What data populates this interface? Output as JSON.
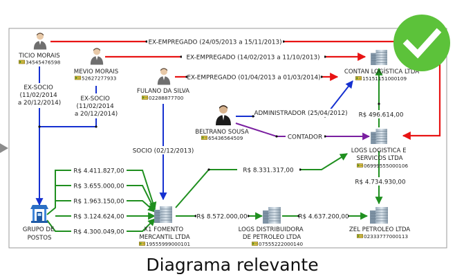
{
  "caption": "Diagrama relevante",
  "colors": {
    "ex_employee": "#e81414",
    "partner": "#1530d0",
    "money": "#1f8f1f",
    "accountant": "#7a1fa0",
    "badge": "#5cc23a"
  },
  "entities": {
    "ticio": {
      "name": "TICIO MORAIS",
      "doc": "34545476598"
    },
    "mevio": {
      "name": "MEVIO MORAIS",
      "doc": "52627277933"
    },
    "fulano": {
      "name": "FULANO DA SILVA",
      "doc": "02288877700"
    },
    "beltrano": {
      "name": "BELTRANO SOUSA",
      "doc": "65436564509"
    },
    "contan": {
      "name": "CONTAN LOGÍSTICA LTDA",
      "doc": "15151151000109"
    },
    "logs": {
      "name_line1": "LOGS LOGISTICA E",
      "name_line2": "SERVICOS LTDA",
      "doc": "06999555000106"
    },
    "x1": {
      "name_line1": "X1 FOMENTO",
      "name_line2": "MERCANTIL LTDA",
      "doc": "19555999000101"
    },
    "logs_dist": {
      "name_line1": "LOGS DISTRIBUIDORA",
      "name_line2": "DE PETROLEO LTDA",
      "doc": "07555222000140"
    },
    "zel": {
      "name": "ZEL PETROLEO LTDA",
      "doc": "02333777000113"
    },
    "grupo": {
      "name_line1": "GRUPO DE",
      "name_line2": "POSTOS"
    }
  },
  "relations": {
    "ex_emp_1": "EX-EMPREGADO (24/05/2013 a 15/11/2013)",
    "ex_emp_2": "EX-EMPREGADO (14/02/2013 a 11/10/2013)",
    "ex_emp_3": "EX-EMPREGADO (01/04/2013 a 01/03/2014)",
    "ex_socio_ticio": [
      "EX-SOCIO",
      "(11/02/2014",
      "a 20/12/2014)"
    ],
    "ex_socio_mevio": [
      "EX-SOCIO",
      "(11/02/2014",
      "a 20/12/2014)"
    ],
    "administrador": "ADMINISTRADOR (25/04/2012)",
    "contador": "CONTADOR",
    "socio": "SOCIO (02/12/2013)"
  },
  "transfers": {
    "grupo_to_x1": [
      "R$ 4.411.827,00",
      "R$ 3.655.000,00",
      "R$ 1.963.150,00",
      "R$ 3.124.624,00",
      "R$ 4.300.049,00"
    ],
    "x1_to_logs_dist": "R$ 8.572.000,00",
    "x1_to_logs": "R$ 8.331.317,00",
    "logs_dist_to_zel": "R$ 4.637.200,00",
    "logs_to_contan": "R$ 496.614,00",
    "logs_to_zel": "R$ 4.734.930,00"
  },
  "icons": [
    "person-icon",
    "building-icon",
    "gas-station-icon",
    "id-card-icon",
    "checkmark-badge-icon",
    "pointer-triangle-icon"
  ]
}
